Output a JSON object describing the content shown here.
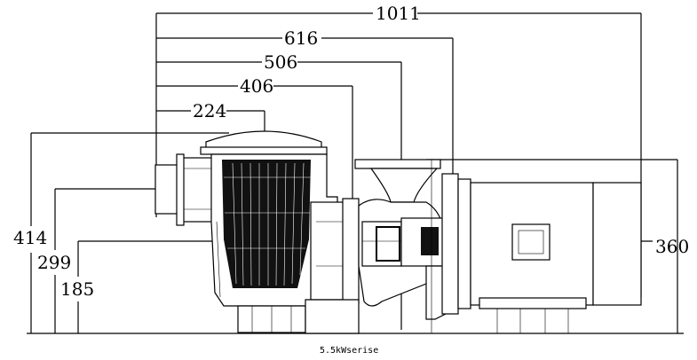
{
  "dimensions": {
    "length_total": "1011",
    "length_616": "616",
    "length_506": "506",
    "length_406": "406",
    "length_224": "224",
    "height_414": "414",
    "height_299": "299",
    "height_185": "185",
    "height_360": "360"
  },
  "caption": "5.5kWserise"
}
